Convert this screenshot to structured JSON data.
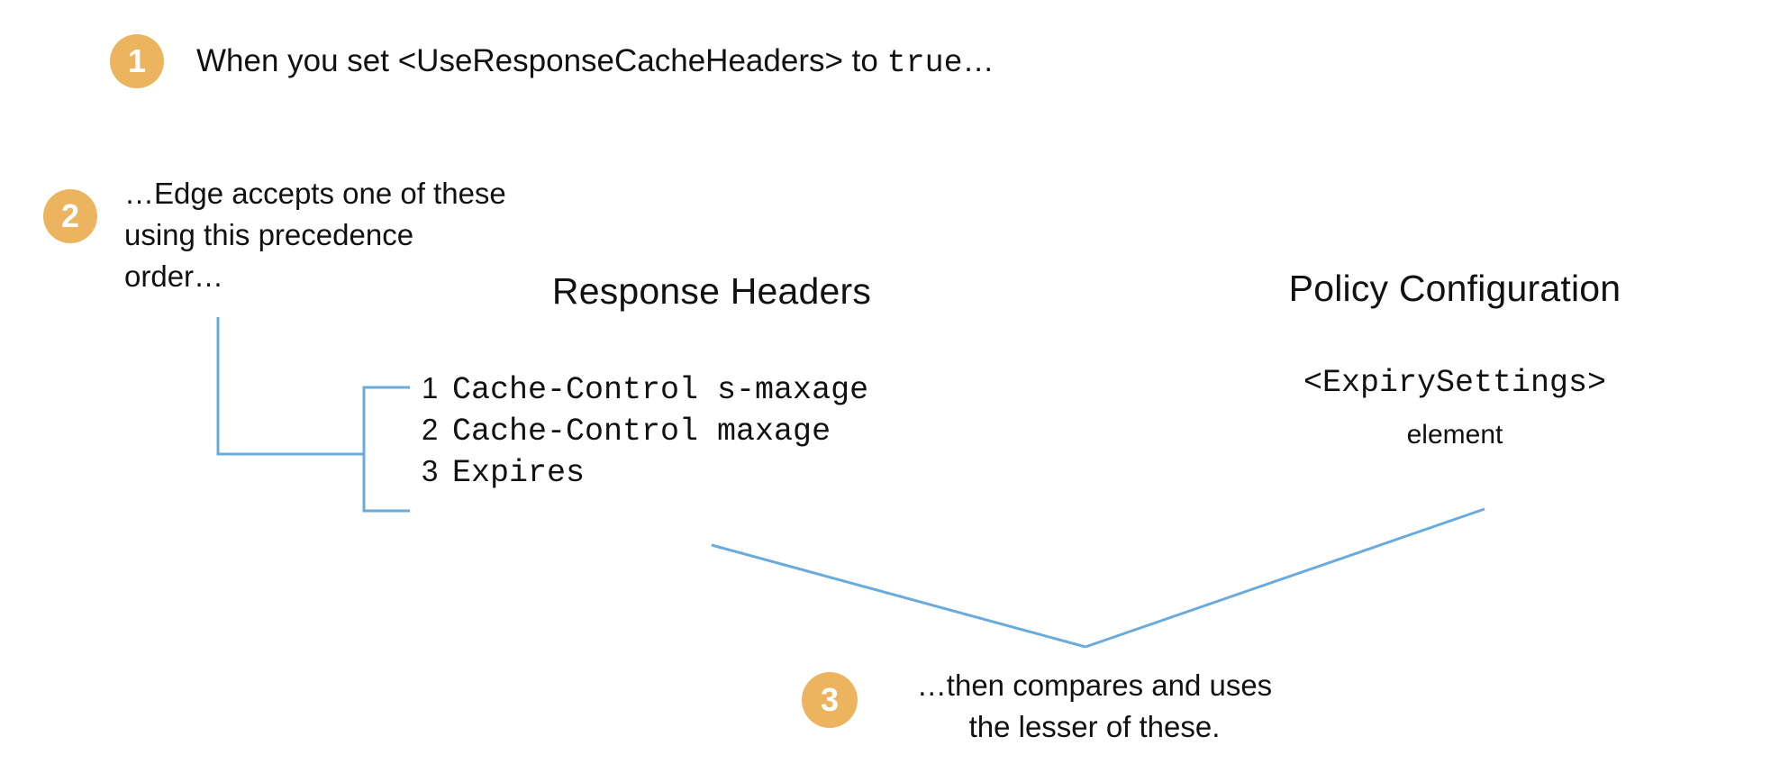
{
  "page": {
    "background_color": "#ffffff",
    "accent_color": "#edb460",
    "connector_color": "#6aabdb",
    "text_color": "#111111"
  },
  "steps": [
    {
      "number": "1",
      "text_prefix": "When you set <UseResponseCacheHeaders> to ",
      "text_code": "true",
      "text_suffix": "…"
    },
    {
      "number": "2",
      "text": "…Edge accepts one of these\nusing this precedence\norder…"
    },
    {
      "number": "3",
      "text": "…then compares and uses\nthe lesser of these."
    }
  ],
  "columns": {
    "response_headers": {
      "heading": "Response Headers",
      "items": [
        {
          "index": "1",
          "value": "Cache-Control s-maxage"
        },
        {
          "index": "2",
          "value": "Cache-Control maxage"
        },
        {
          "index": "3",
          "value": "Expires"
        }
      ]
    },
    "policy_configuration": {
      "heading": "Policy Configuration",
      "code": "<ExpirySettings>",
      "sub": "element"
    }
  }
}
